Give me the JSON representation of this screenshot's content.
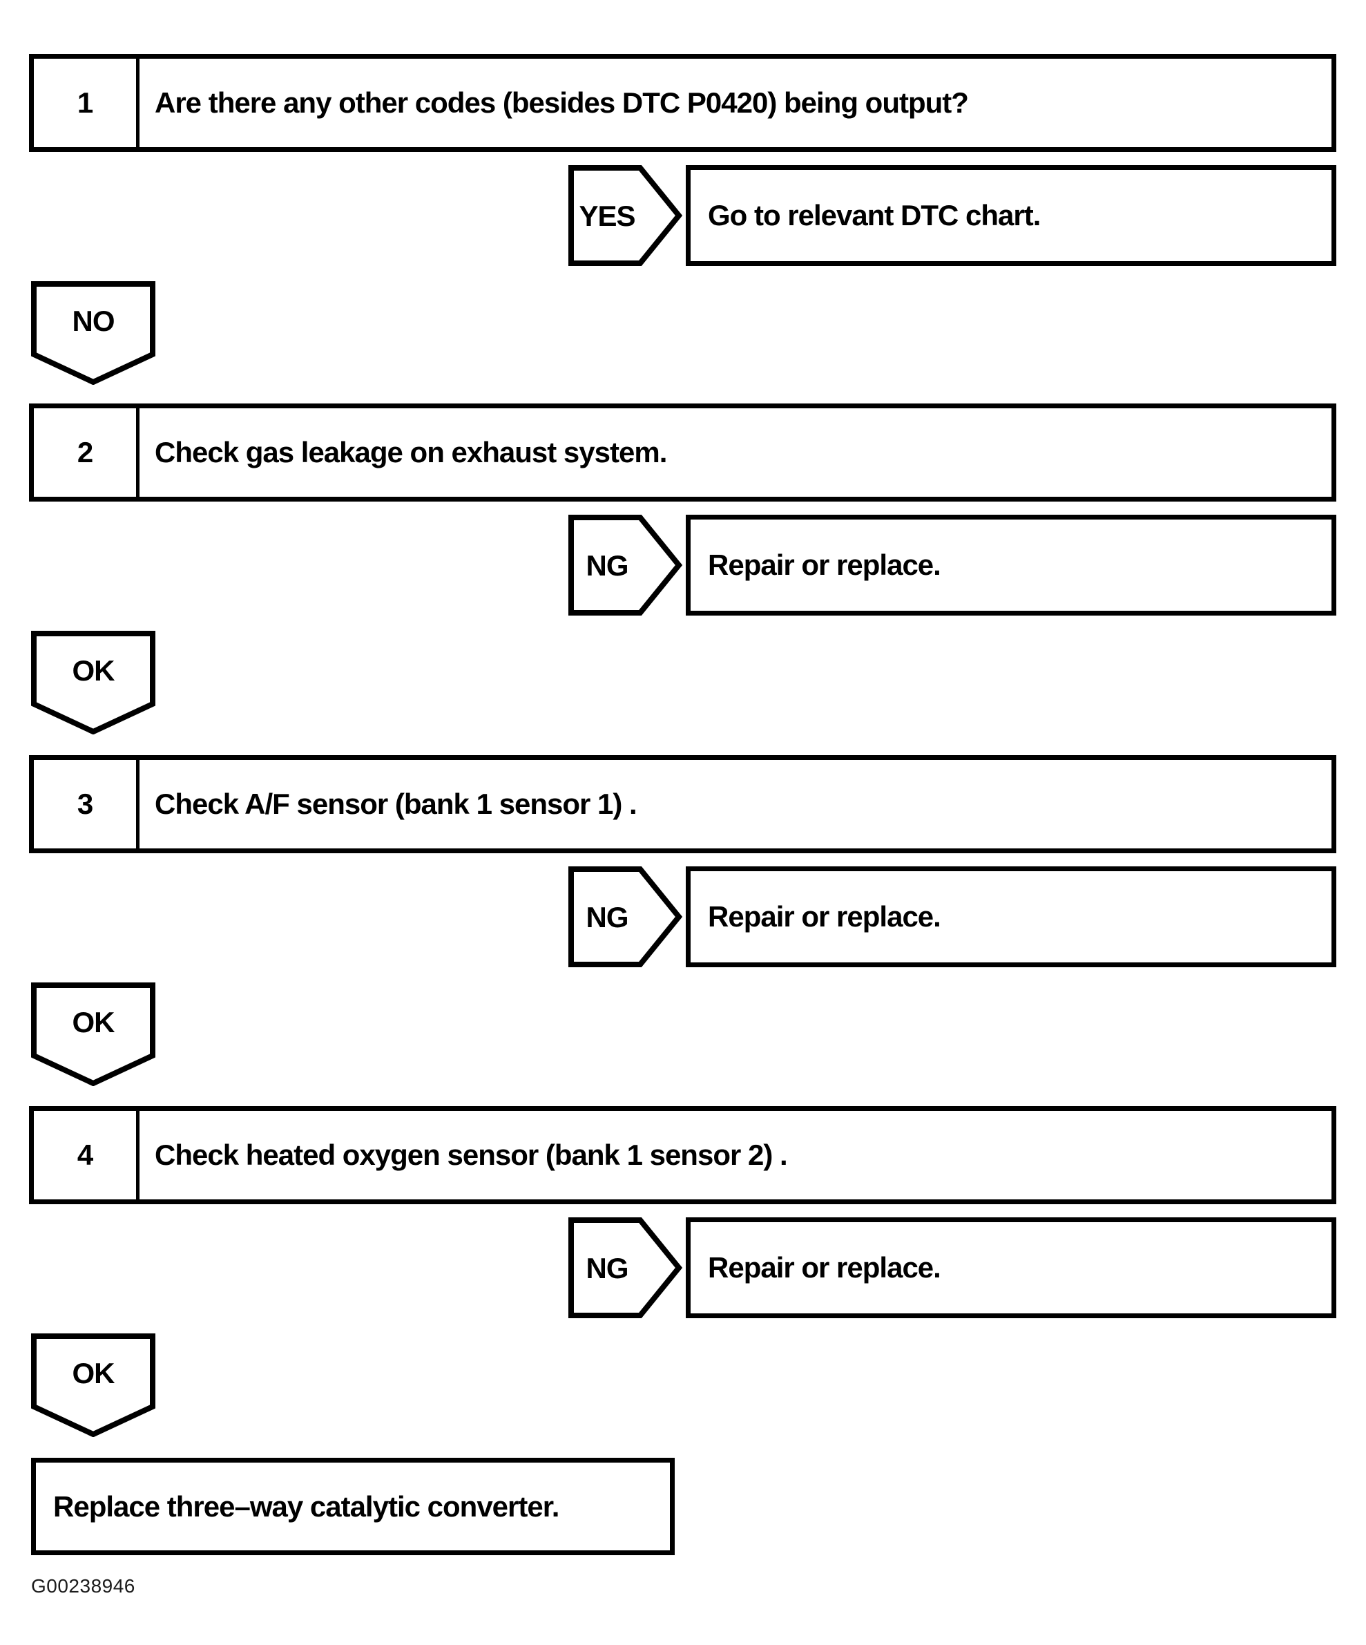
{
  "page": {
    "caption": "G00238946"
  },
  "colors": {
    "ink": "#000000",
    "paper": "#ffffff"
  },
  "flowchart": {
    "steps": [
      {
        "number": "1",
        "text": "Are there any other codes (besides DTC P0420) being output?",
        "branch_label": "YES",
        "branch_result": "Go to relevant DTC chart.",
        "continue_label": "NO"
      },
      {
        "number": "2",
        "text": "Check gas leakage on exhaust system.",
        "branch_label": "NG",
        "branch_result": "Repair or replace.",
        "continue_label": "OK"
      },
      {
        "number": "3",
        "text": "Check A/F sensor (bank 1 sensor 1) .",
        "branch_label": "NG",
        "branch_result": "Repair or replace.",
        "continue_label": "OK"
      },
      {
        "number": "4",
        "text": "Check heated oxygen sensor (bank 1 sensor 2) .",
        "branch_label": "NG",
        "branch_result": "Repair or replace.",
        "continue_label": "OK"
      }
    ],
    "final": {
      "text": "Replace three–way catalytic converter."
    }
  }
}
